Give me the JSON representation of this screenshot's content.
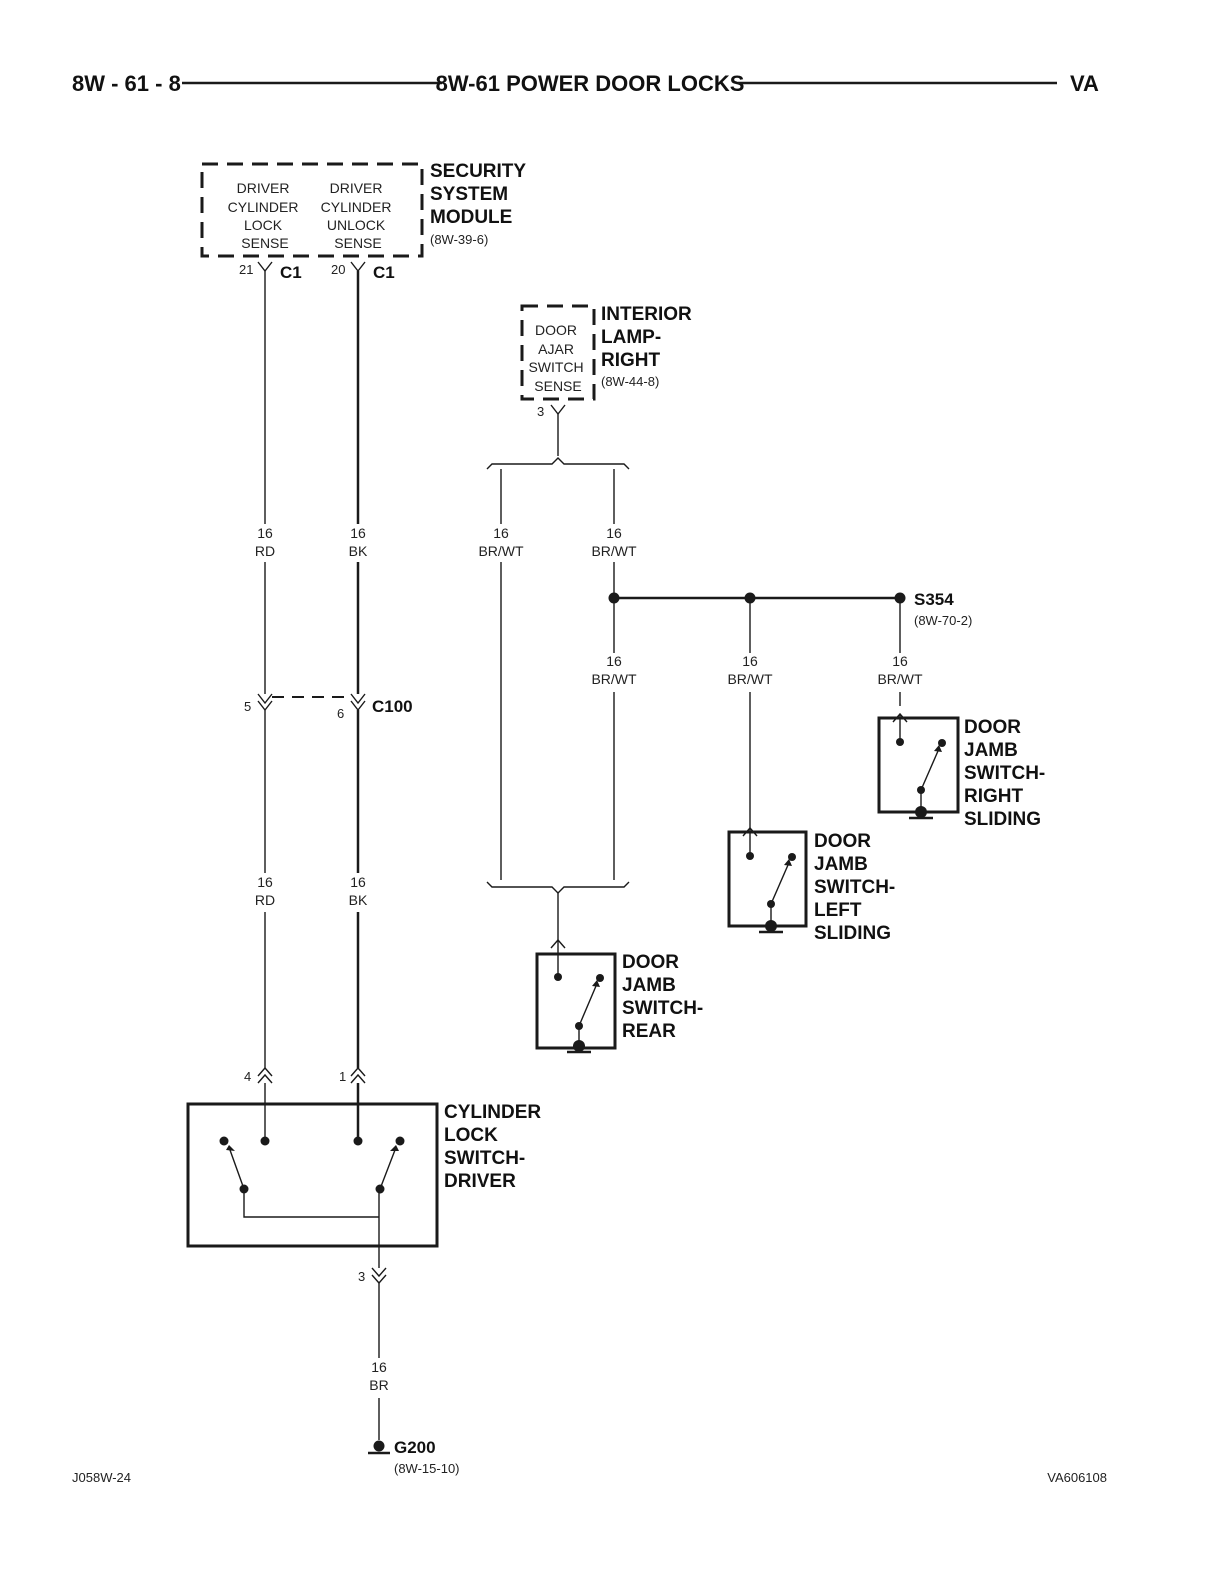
{
  "header": {
    "page_ref": "8W - 61 - 8",
    "title": "8W-61 POWER DOOR LOCKS",
    "vehicle": "VA"
  },
  "footer": {
    "left_code": "J058W-24",
    "right_code": "VA606108"
  },
  "security_module": {
    "name_lines": [
      "SECURITY",
      "SYSTEM",
      "MODULE"
    ],
    "ref": "(8W-39-6)",
    "pin_lock_lines": [
      "DRIVER",
      "CYLINDER",
      "LOCK",
      "SENSE"
    ],
    "pin_unlock_lines": [
      "DRIVER",
      "CYLINDER",
      "UNLOCK",
      "SENSE"
    ],
    "pin_lock_num": "21",
    "pin_unlock_num": "20",
    "connector": "C1"
  },
  "interior_lamp": {
    "name_lines": [
      "INTERIOR",
      "LAMP-",
      "RIGHT"
    ],
    "ref": "(8W-44-8)",
    "pin_lines": [
      "DOOR",
      "AJAR",
      "SWITCH",
      "SENSE"
    ],
    "pin_num": "3"
  },
  "wires": {
    "rd": {
      "gauge": "16",
      "color": "RD"
    },
    "bk": {
      "gauge": "16",
      "color": "BK"
    },
    "brwt": {
      "gauge": "16",
      "color": "BR/WT"
    },
    "br": {
      "gauge": "16",
      "color": "BR"
    }
  },
  "c100": {
    "name": "C100",
    "pin_a": "5",
    "pin_b": "6"
  },
  "splice": {
    "name": "S354",
    "ref": "(8W-70-2)"
  },
  "jamb_right": {
    "name_lines": [
      "DOOR",
      "JAMB",
      "SWITCH-",
      "RIGHT",
      "SLIDING"
    ]
  },
  "jamb_left": {
    "name_lines": [
      "DOOR",
      "JAMB",
      "SWITCH-",
      "LEFT",
      "SLIDING"
    ]
  },
  "jamb_rear": {
    "name_lines": [
      "DOOR",
      "JAMB",
      "SWITCH-",
      "REAR"
    ]
  },
  "cyl_switch": {
    "name_lines": [
      "CYLINDER",
      "LOCK",
      "SWITCH-",
      "DRIVER"
    ],
    "pin_a": "4",
    "pin_b": "1",
    "pin_c": "3"
  },
  "ground": {
    "name": "G200",
    "ref": "(8W-15-10)"
  }
}
